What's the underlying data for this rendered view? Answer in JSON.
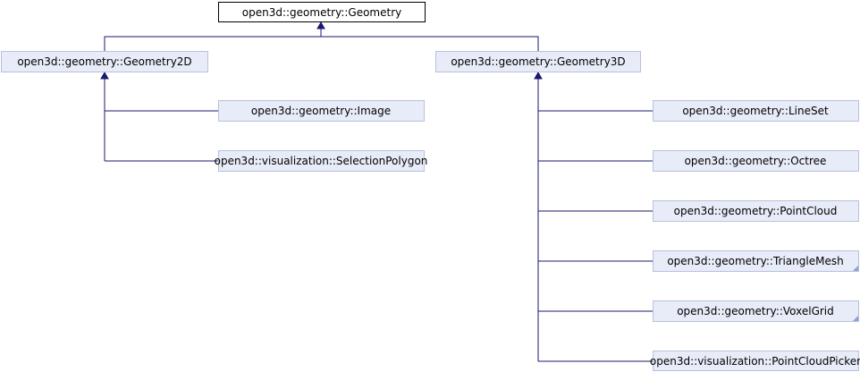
{
  "diagram": {
    "nodes": {
      "geometry": "open3d::geometry::Geometry",
      "geometry2d": "open3d::geometry::Geometry2D",
      "geometry3d": "open3d::geometry::Geometry3D",
      "image": "open3d::geometry::Image",
      "selection_polygon": "open3d::visualization::SelectionPolygon",
      "lineset": "open3d::geometry::LineSet",
      "octree": "open3d::geometry::Octree",
      "pointcloud": "open3d::geometry::PointCloud",
      "trianglemesh": "open3d::geometry::TriangleMesh",
      "voxelgrid": "open3d::geometry::VoxelGrid",
      "pointcloud_picker": "open3d::visualization::PointCloudPicker"
    },
    "colors": {
      "edge": "#191970",
      "node_fill": "#e8ecf8",
      "node_border": "#b8c1de",
      "root_border": "#000000",
      "folded_corner": "#8fa0cf"
    }
  }
}
